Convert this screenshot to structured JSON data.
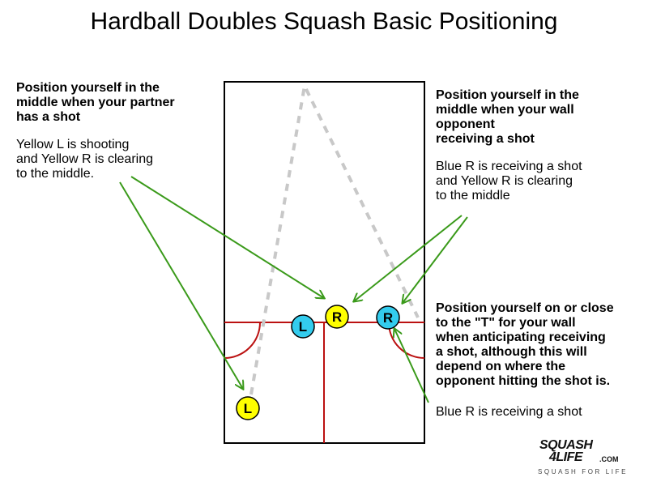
{
  "title": "Hardball Doubles Squash Basic Positioning",
  "notes": {
    "partner_shot": {
      "heading": "Position yourself in the\nmiddle when your partner\nhas a shot",
      "body": "Yellow L is shooting\nand Yellow R is clearing\nto the middle."
    },
    "wall_opponent": {
      "heading": "Position yourself in the\nmiddle when your wall\nopponent\nreceiving a shot",
      "body": "Blue R is receiving a shot\nand Yellow R is clearing\nto the middle"
    },
    "t_position": {
      "heading": "Position yourself on or close\nto the \"T\" for your wall\nwhen anticipating receiving\na shot, although this will\ndepend on where the\nopponent hitting the shot is."
    },
    "blue_r_note": "Blue R is receiving a shot"
  },
  "players": [
    {
      "id": "yellow-l",
      "label": "L",
      "color": "#ffff00"
    },
    {
      "id": "yellow-r",
      "label": "R",
      "color": "#ffff00"
    },
    {
      "id": "blue-l",
      "label": "L",
      "color": "#33ccee"
    },
    {
      "id": "blue-r",
      "label": "R",
      "color": "#33ccee"
    }
  ],
  "colors": {
    "court_line": "#000000",
    "service_line": "#bb1111",
    "arrow": "#3a9a1a",
    "shot_path": "#c8c8c8"
  },
  "logo": {
    "mark_line1": "SQUASH",
    "mark_line2": "4LIFE",
    "dotcom": ".COM",
    "tagline": "SQUASH FOR LIFE"
  }
}
